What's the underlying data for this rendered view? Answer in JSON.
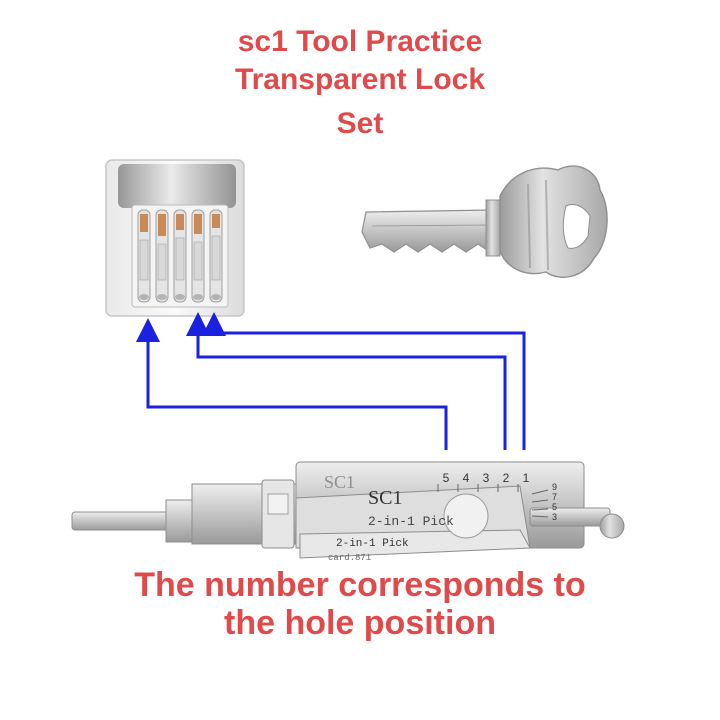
{
  "title": {
    "line1": "sc1 Tool Practice",
    "line2": "Transparent Lock",
    "line3": "Set"
  },
  "caption": {
    "line1": "The number corresponds to",
    "line2": "the hole position"
  },
  "pick": {
    "brand": "SC1",
    "brand_faded": "SC1",
    "label_top": "2-in-1 Pick",
    "label_front": "2-in-1 Pick",
    "serial": "card.871",
    "pin_numbers": [
      "5",
      "4",
      "3",
      "2",
      "1"
    ],
    "depth_numbers": [
      "9",
      "7",
      "5",
      "3"
    ]
  },
  "colors": {
    "title_red": "#e04a4a",
    "arrow_blue": "#1a22e0",
    "metal": "#c9c9c9"
  }
}
